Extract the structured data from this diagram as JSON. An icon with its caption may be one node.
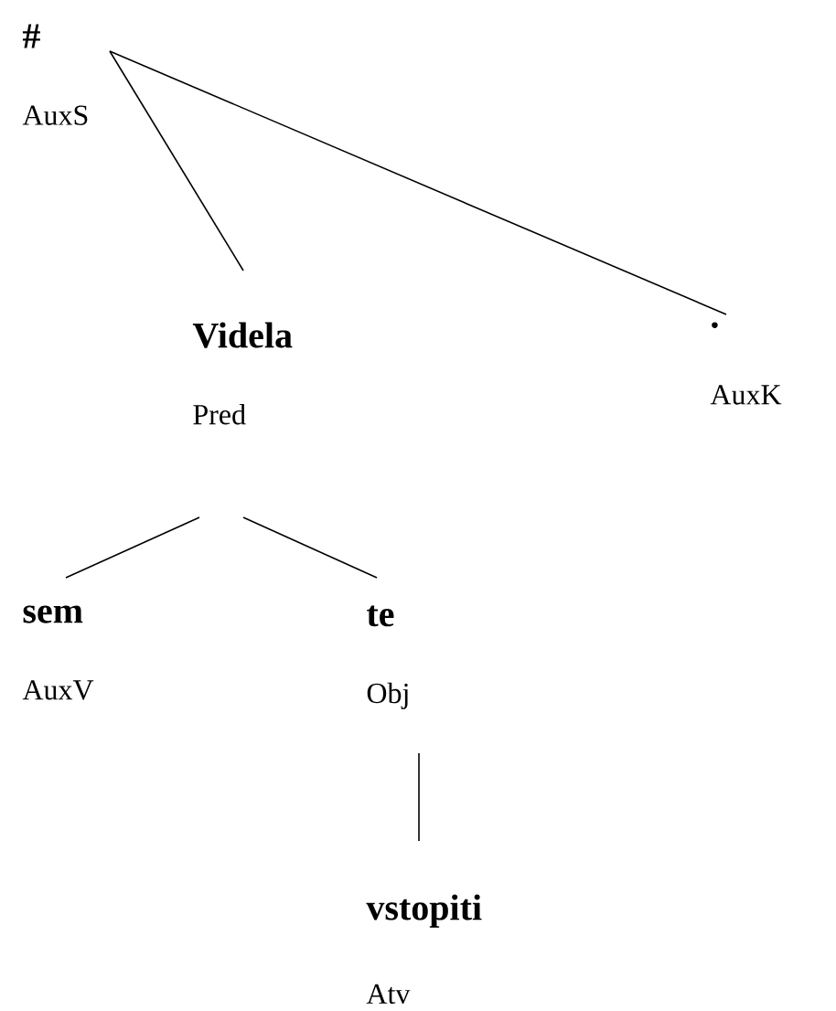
{
  "diagram": {
    "nodes": [
      {
        "text": [
          "#",
          "AuxS"
        ]
      },
      {
        "text": [
          "Videla",
          "Pred"
        ]
      },
      {
        "text": [
          ".",
          "AuxK"
        ]
      },
      {
        "text": [
          "sem",
          "AuxV"
        ]
      },
      {
        "text": [
          "te",
          "Obj"
        ]
      },
      {
        "text": [
          "vstopiti",
          "Atv"
        ]
      }
    ],
    "edges": [
      {
        "from": 0,
        "to": 1,
        "arrow": "none"
      },
      {
        "from": 0,
        "to": 2,
        "arrow": "none"
      },
      {
        "from": 1,
        "to": 3,
        "arrow": "none"
      },
      {
        "from": 1,
        "to": 4,
        "arrow": "none"
      },
      {
        "from": 4,
        "to": 5,
        "arrow": "none"
      }
    ]
  }
}
